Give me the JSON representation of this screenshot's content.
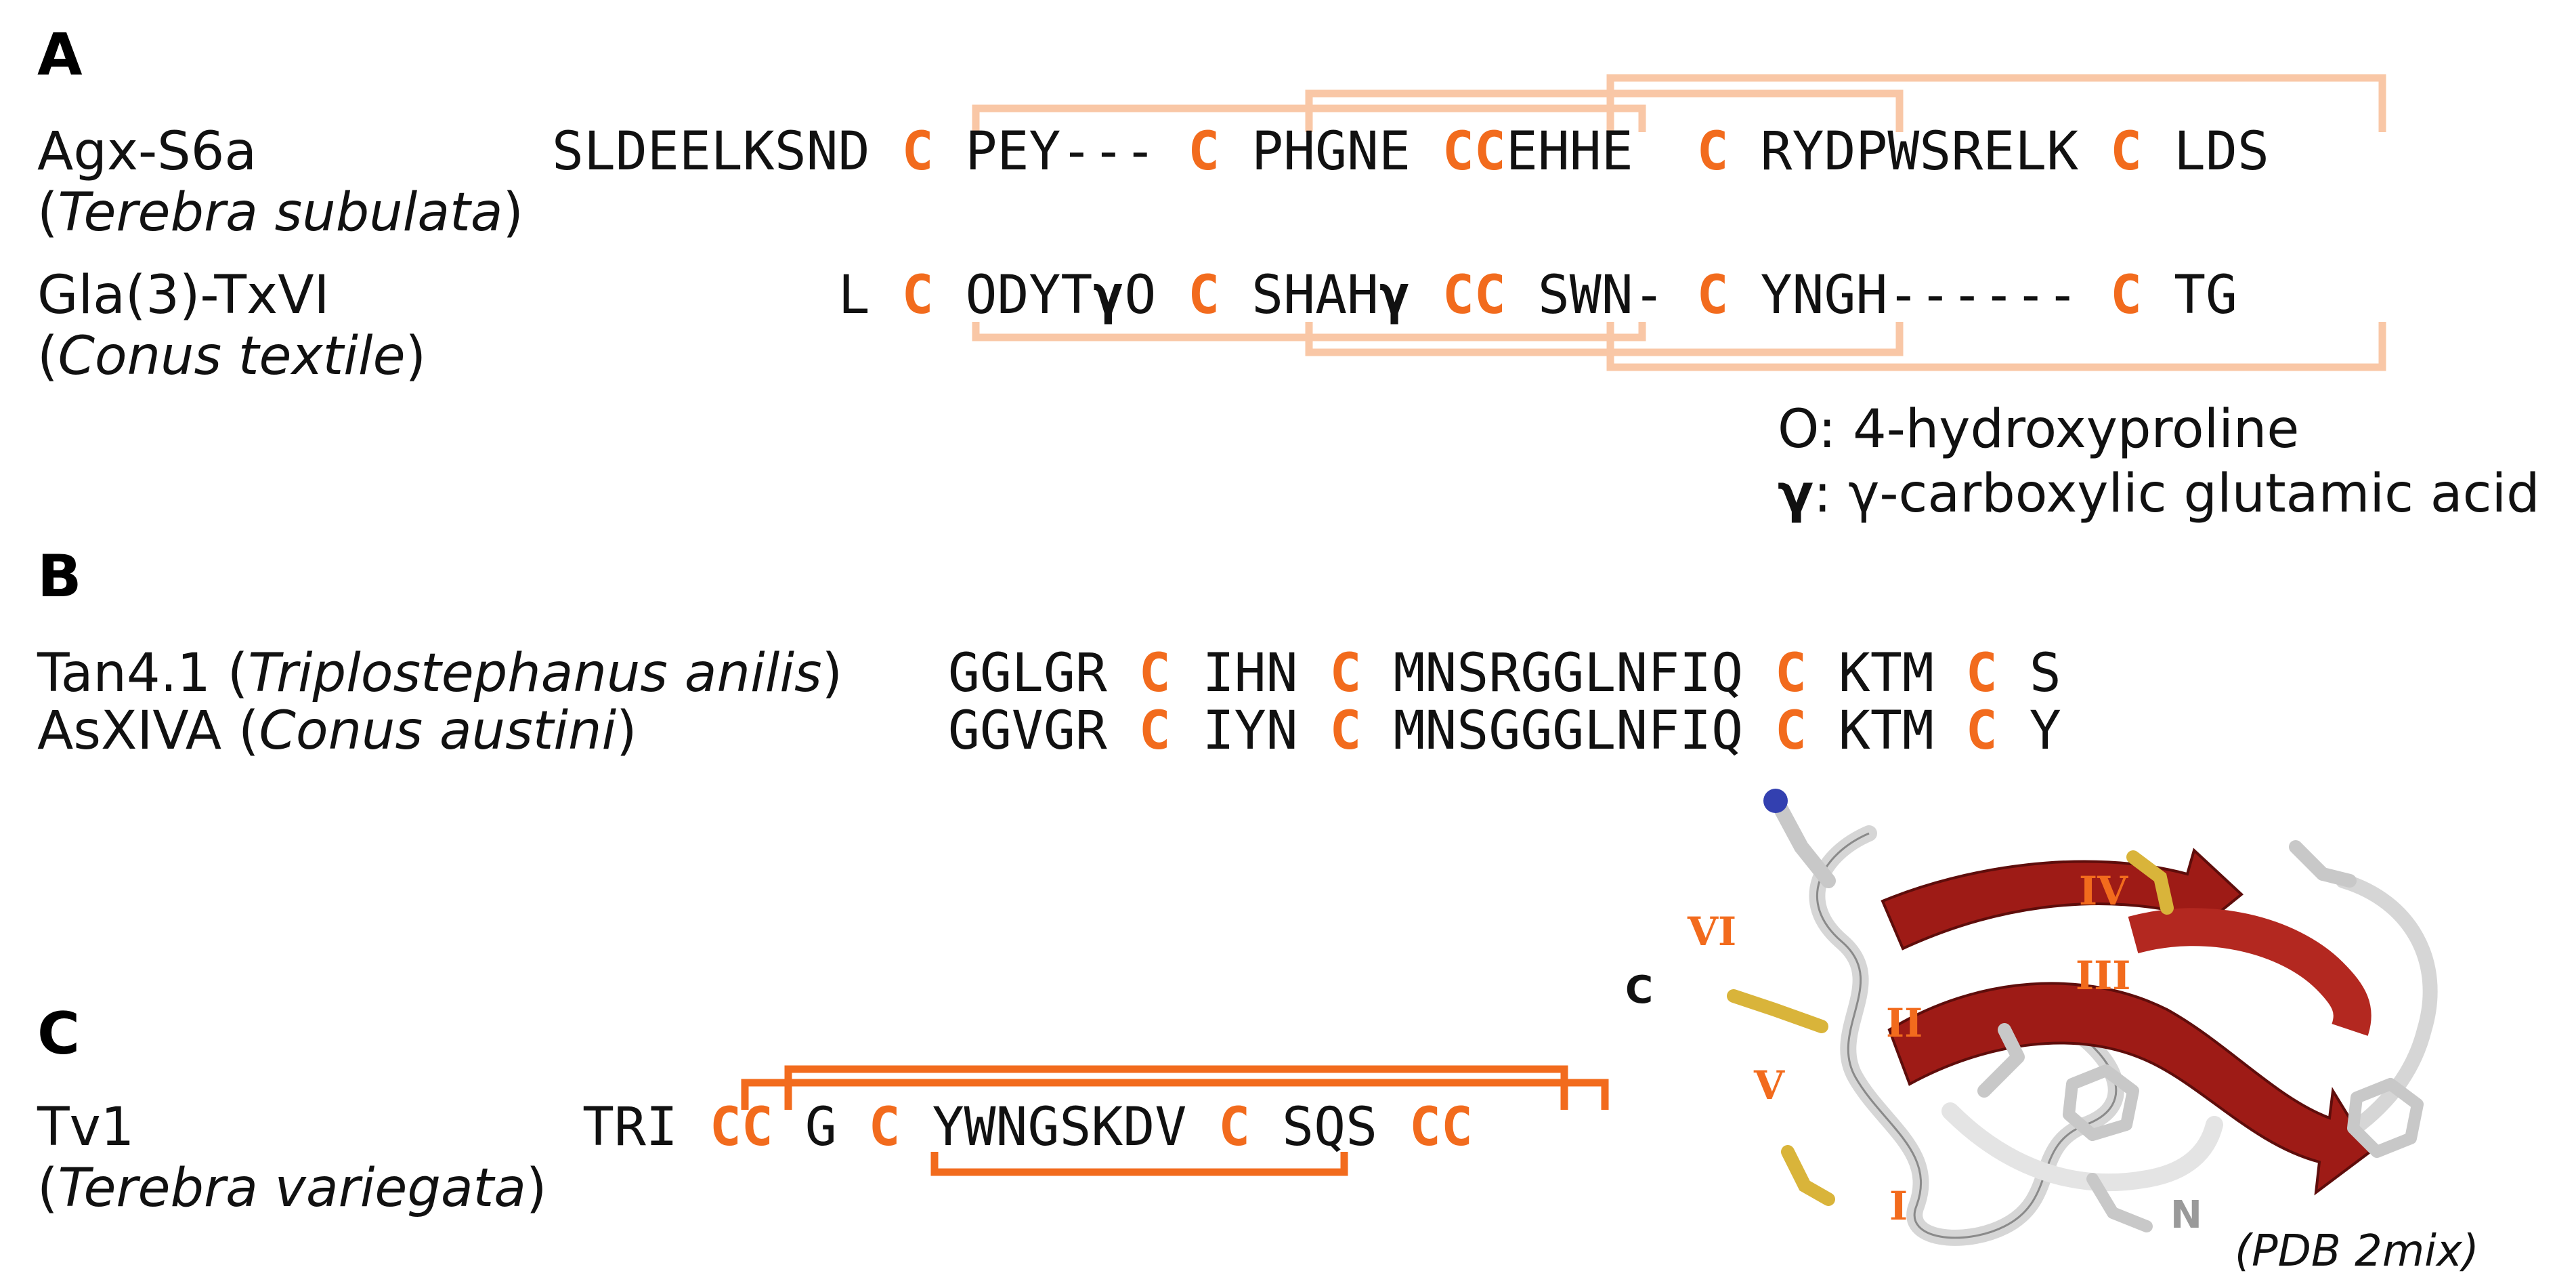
{
  "colors": {
    "cysteine": "#f26b1d",
    "bond_light": "#f9c7a6",
    "bond_strong": "#f26b1d",
    "strand": "#9e1b16",
    "stick": "#c8c8c8",
    "sulfur": "#d9b43a"
  },
  "panels": {
    "a": "A",
    "b": "B",
    "c": "C"
  },
  "panel_a": {
    "rows": [
      {
        "name": "Agx-S6a",
        "species_open": "(",
        "species_italic": "Terebra subulata",
        "species_close": ")",
        "sequence": "SLDEELKSND C PEY--- C PHGNE CCEHHE  C RYDPWSRELK C LDS"
      },
      {
        "name": "Gla(3)-TxVI",
        "species_open": "(",
        "species_italic": "Conus textile",
        "species_close": ")",
        "sequence": "         L C ODYTγO C SHAHγ CC SWN- C YNGH------ C TG"
      }
    ],
    "legend": [
      {
        "symbol": "O",
        "text": ": 4-hydroxyproline"
      },
      {
        "symbol": "γ",
        "text": ": γ-carboxylic glutamic acid"
      }
    ]
  },
  "panel_b": {
    "rows": [
      {
        "name_prefix": "Tan4.1 (",
        "species_italic": "Triplostephanus anilis",
        "species_close": ")",
        "sequence": "GGLGR C IHN C MNSRGGLNFIQ C KTM C S"
      },
      {
        "name_prefix": "AsXIVA (",
        "species_italic": "Conus austini",
        "species_close": ")",
        "sequence": "GGVGR C IYN C MNSGGGLNFIQ C KTM C Y"
      }
    ]
  },
  "panel_c": {
    "name": "Tv1",
    "species_open": "(",
    "species_italic": "Terebra variegata",
    "species_close": ")",
    "sequence": "TRI CC G C YWNGSKDV C SQS CC",
    "structure_labels": {
      "roman": [
        "I",
        "II",
        "III",
        "IV",
        "V",
        "VI"
      ],
      "c_terminus": "C",
      "n_terminus": "N",
      "pdb": "(PDB 2mix)"
    }
  }
}
